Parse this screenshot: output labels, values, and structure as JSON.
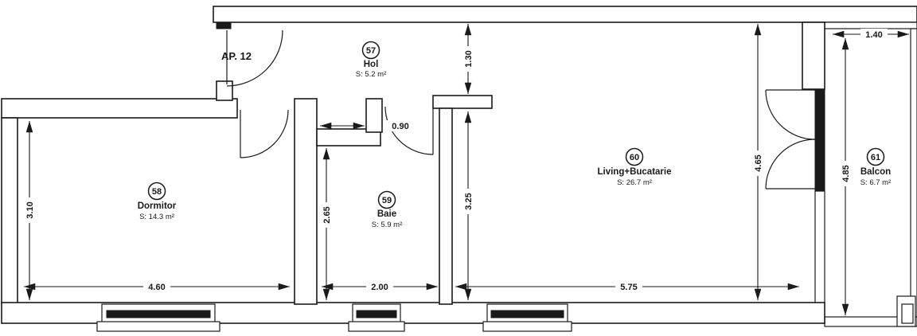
{
  "apartment": {
    "label": "AP. 12"
  },
  "rooms": {
    "hol": {
      "number": "57",
      "name": "Hol",
      "area": "S: 5.2 m²"
    },
    "dormitor": {
      "number": "58",
      "name": "Dormitor",
      "area": "S: 14.3 m²"
    },
    "baie": {
      "number": "59",
      "name": "Baie",
      "area": "S: 5.9 m²"
    },
    "living": {
      "number": "60",
      "name": "Living+Bucatarie",
      "area": "S: 26.7 m²"
    },
    "balcon": {
      "number": "61",
      "name": "Balcon",
      "area": "S: 6.7 m²"
    }
  },
  "dimensions": {
    "dormitor_depth": "3.10",
    "dormitor_width": "4.60",
    "passage_width": "0.90",
    "hol_depth": "1.30",
    "living_west_depth": "3.25",
    "baie_depth": "2.65",
    "baie_width": "2.00",
    "living_width": "5.75",
    "living_depth": "4.65",
    "balcon_depth": "4.85",
    "balcon_width": "1.40"
  },
  "colors": {
    "line": "#1a1a1a",
    "background": "#ffffff"
  }
}
